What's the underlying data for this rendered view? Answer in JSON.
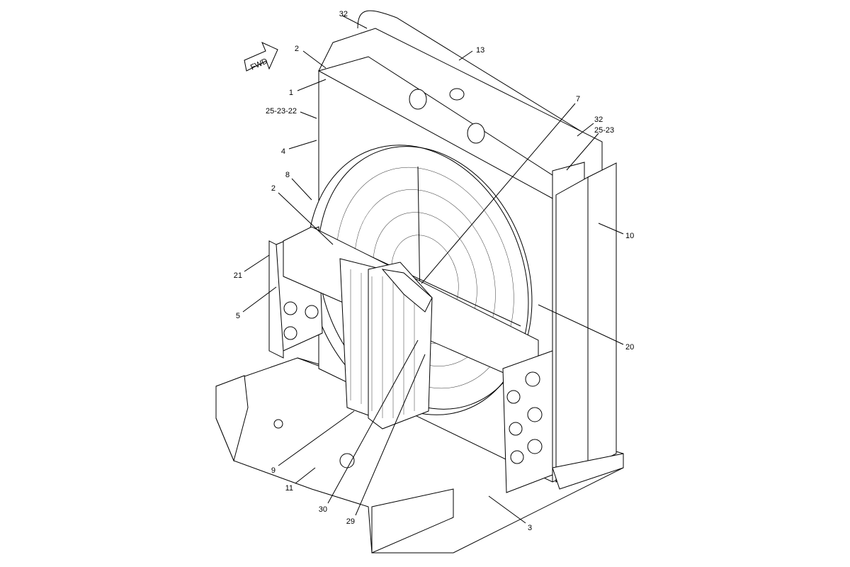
{
  "diagram": {
    "direction_arrow": "FWD",
    "callouts": [
      "32",
      "2",
      "1",
      "25-23-22",
      "4",
      "13",
      "7",
      "32",
      "25-23",
      "8",
      "2",
      "10",
      "21",
      "5",
      "20",
      "9",
      "11",
      "30",
      "29",
      "3"
    ]
  }
}
